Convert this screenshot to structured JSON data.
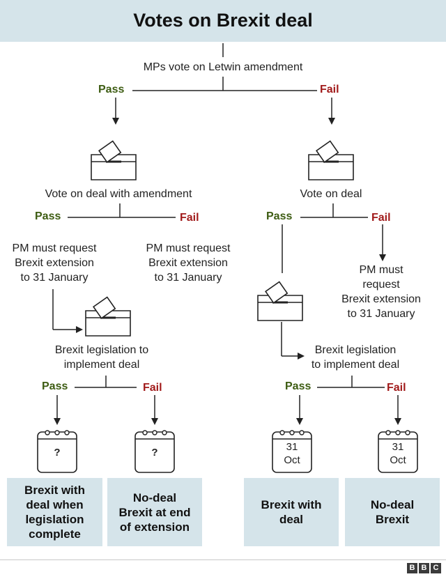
{
  "title": "Votes on Brexit deal",
  "top_question": "MPs vote on Letwin amendment",
  "pass_label": "Pass",
  "fail_label": "Fail",
  "left": {
    "vote_label": "Vote on deal with amendment",
    "pass_outcome": [
      "PM must request",
      "Brexit extension",
      "to 31 January"
    ],
    "fail_outcome": [
      "PM must request",
      "Brexit extension",
      "to 31 January"
    ],
    "legislation": [
      "Brexit legislation to",
      "implement deal"
    ],
    "calendar_pass": "?",
    "calendar_fail": "?",
    "result_pass": [
      "Brexit with",
      "deal when",
      "legislation",
      "complete"
    ],
    "result_fail": [
      "No-deal",
      "Brexit at end",
      "of extension"
    ]
  },
  "right": {
    "vote_label": "Vote on deal",
    "fail_outcome": [
      "PM must",
      "request",
      "Brexit extension",
      "to 31 January"
    ],
    "legislation": [
      "Brexit legislation",
      "to implement deal"
    ],
    "calendar_pass": [
      "31",
      "Oct"
    ],
    "calendar_fail": [
      "31",
      "Oct"
    ],
    "result_pass": [
      "Brexit with",
      "deal"
    ],
    "result_fail": [
      "No-deal",
      "Brexit"
    ]
  },
  "logo": [
    "B",
    "B",
    "C"
  ],
  "colors": {
    "pass": "#3d5c12",
    "fail": "#a11a1a",
    "header_bg": "#d5e4ea",
    "box_bg": "#d5e4ea"
  },
  "icons": [
    "ballot-box-icon",
    "calendar-icon",
    "arrow-icon"
  ]
}
